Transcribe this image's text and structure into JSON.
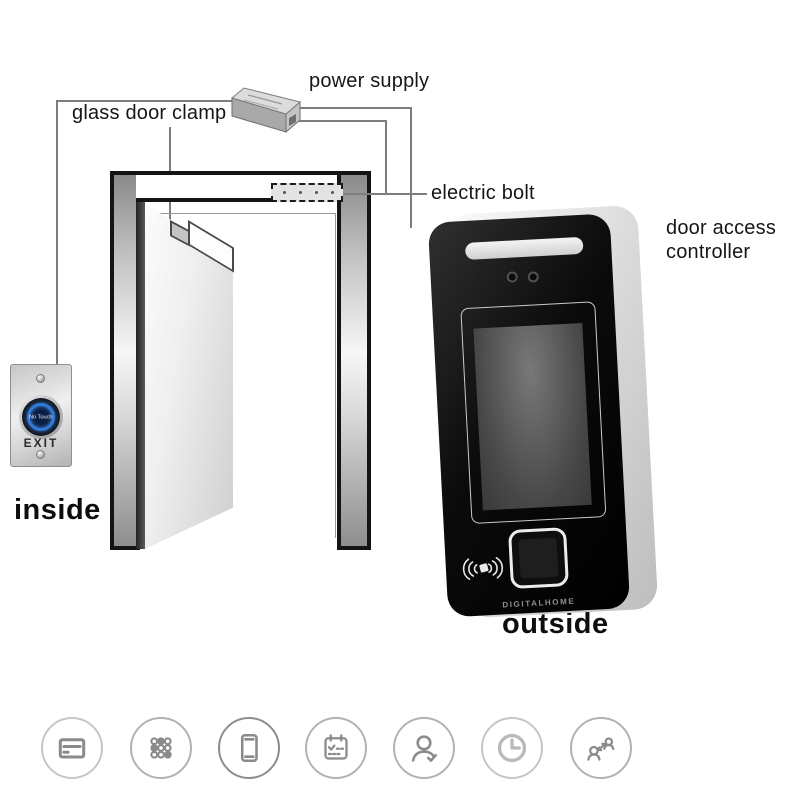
{
  "title": "door access control installation diagram",
  "labels": {
    "power_supply": "power supply",
    "glass_door_clamp": "glass door clamp",
    "electric_bolt": "electric bolt",
    "door_access_controller": "door access\ncontroller",
    "inside": "inside",
    "outside": "outside"
  },
  "exit_button": {
    "button_label": "No Touch",
    "plate_label": "EXIT"
  },
  "controller": {
    "brand": "DIGITALHOME"
  },
  "feature_icons": [
    {
      "name": "rfid-card-icon",
      "label": "RFID card"
    },
    {
      "name": "keypad-icon",
      "label": "PIN keypad"
    },
    {
      "name": "smartphone-icon",
      "label": "mobile app"
    },
    {
      "name": "calendar-icon",
      "label": "schedule"
    },
    {
      "name": "user-check-icon",
      "label": "user verification"
    },
    {
      "name": "clock-icon",
      "label": "time attendance"
    },
    {
      "name": "user-transfer-icon",
      "label": "user transfer"
    }
  ],
  "colors": {
    "connector_line": "#7d7d7d",
    "frame_black": "#141414",
    "device_black": "#0b0b0b",
    "silver": "#d9d9d9",
    "button_blue": "#2f7bd9",
    "icon_gray": "#8a8a8a",
    "brand_gray": "#8f8f8f"
  }
}
